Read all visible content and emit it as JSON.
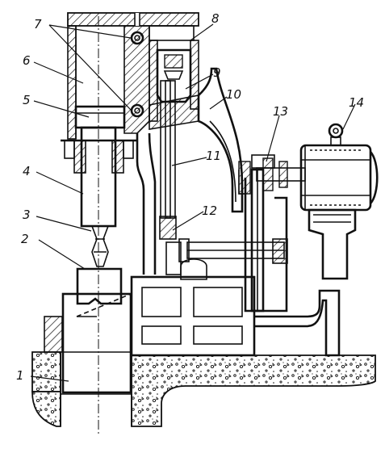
{
  "callouts": [
    {
      "id": "c1",
      "label": "1"
    },
    {
      "id": "c2",
      "label": "2"
    },
    {
      "id": "c3",
      "label": "3"
    },
    {
      "id": "c4",
      "label": "4"
    },
    {
      "id": "c5",
      "label": "5"
    },
    {
      "id": "c6",
      "label": "6"
    },
    {
      "id": "c7",
      "label": "7"
    },
    {
      "id": "c8",
      "label": "8"
    },
    {
      "id": "c9",
      "label": "9"
    },
    {
      "id": "c10",
      "label": "10"
    },
    {
      "id": "c11",
      "label": "11"
    },
    {
      "id": "c12",
      "label": "12"
    },
    {
      "id": "c13",
      "label": "13"
    },
    {
      "id": "c14",
      "label": "14"
    }
  ],
  "colors": {
    "ink": "#111111",
    "hatch": "#111111",
    "background": "#ffffff"
  }
}
